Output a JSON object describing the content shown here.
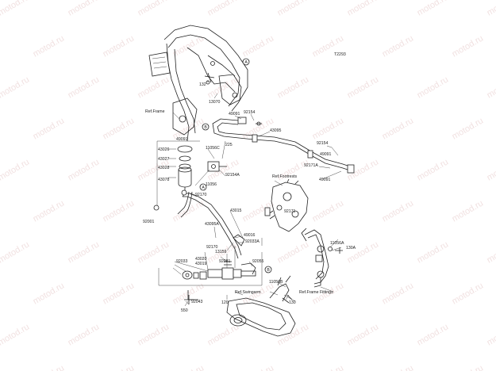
{
  "diagram_id": "T2293",
  "watermark": "motod.ru",
  "callouts": {
    "a": "A",
    "b": "B"
  },
  "labels": {
    "n132": "132",
    "n13070": "13070",
    "ref_frame": "Ref.Frame",
    "n49091a": "49091",
    "n92154a": "92154",
    "n43095": "43095",
    "n49091b": "49091",
    "n43026": "43026",
    "n43027": "43027",
    "n43028": "43028",
    "n43078": "43078",
    "n11056c": "11056C",
    "n225": "225",
    "n92154b": "92154",
    "n49091c": "49091",
    "n92171a": "92171A",
    "ref_footrests": "Ref.Footrests",
    "n49091d": "49091",
    "n92154a_s": "92154A",
    "n11056": "11056",
    "n92170a": "92170",
    "n92001": "92001",
    "n43015": "43015",
    "n92171": "92171",
    "n43095a": "43095A",
    "n49016": "49016",
    "n92033a": "92033A",
    "n92170b": "92170",
    "n13159": "13159",
    "n43020": "43020",
    "n43019": "43019",
    "n92033": "92033",
    "n92081": "92081",
    "n92055": "92055",
    "n11056a": "11056A",
    "n130a": "130A",
    "n11056b": "11056B",
    "ref_swingarm": "Ref.Swingarm",
    "ref_frame_fittings": "Ref.Frame Fittings",
    "n120": "120",
    "n130": "130",
    "n92043": "92043",
    "n550": "550"
  }
}
